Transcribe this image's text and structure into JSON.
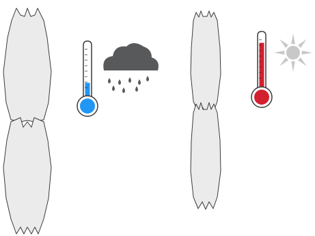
{
  "panels": [
    {
      "condition": "cold-rain",
      "thermometer": {
        "level": 0.32,
        "fill_color": "#2196f3"
      },
      "weather": {
        "icon": "rain-cloud-icon",
        "color": "#58595b"
      }
    },
    {
      "condition": "hot-sun",
      "thermometer": {
        "level": 0.85,
        "fill_color": "#d3202e"
      },
      "weather": {
        "icon": "sun-icon",
        "color": "#c8c8c8"
      }
    }
  ],
  "colors": {
    "body_fill": "#ebebeb",
    "outline": "#3a3a3a",
    "tube_fill": "#ffffff"
  }
}
